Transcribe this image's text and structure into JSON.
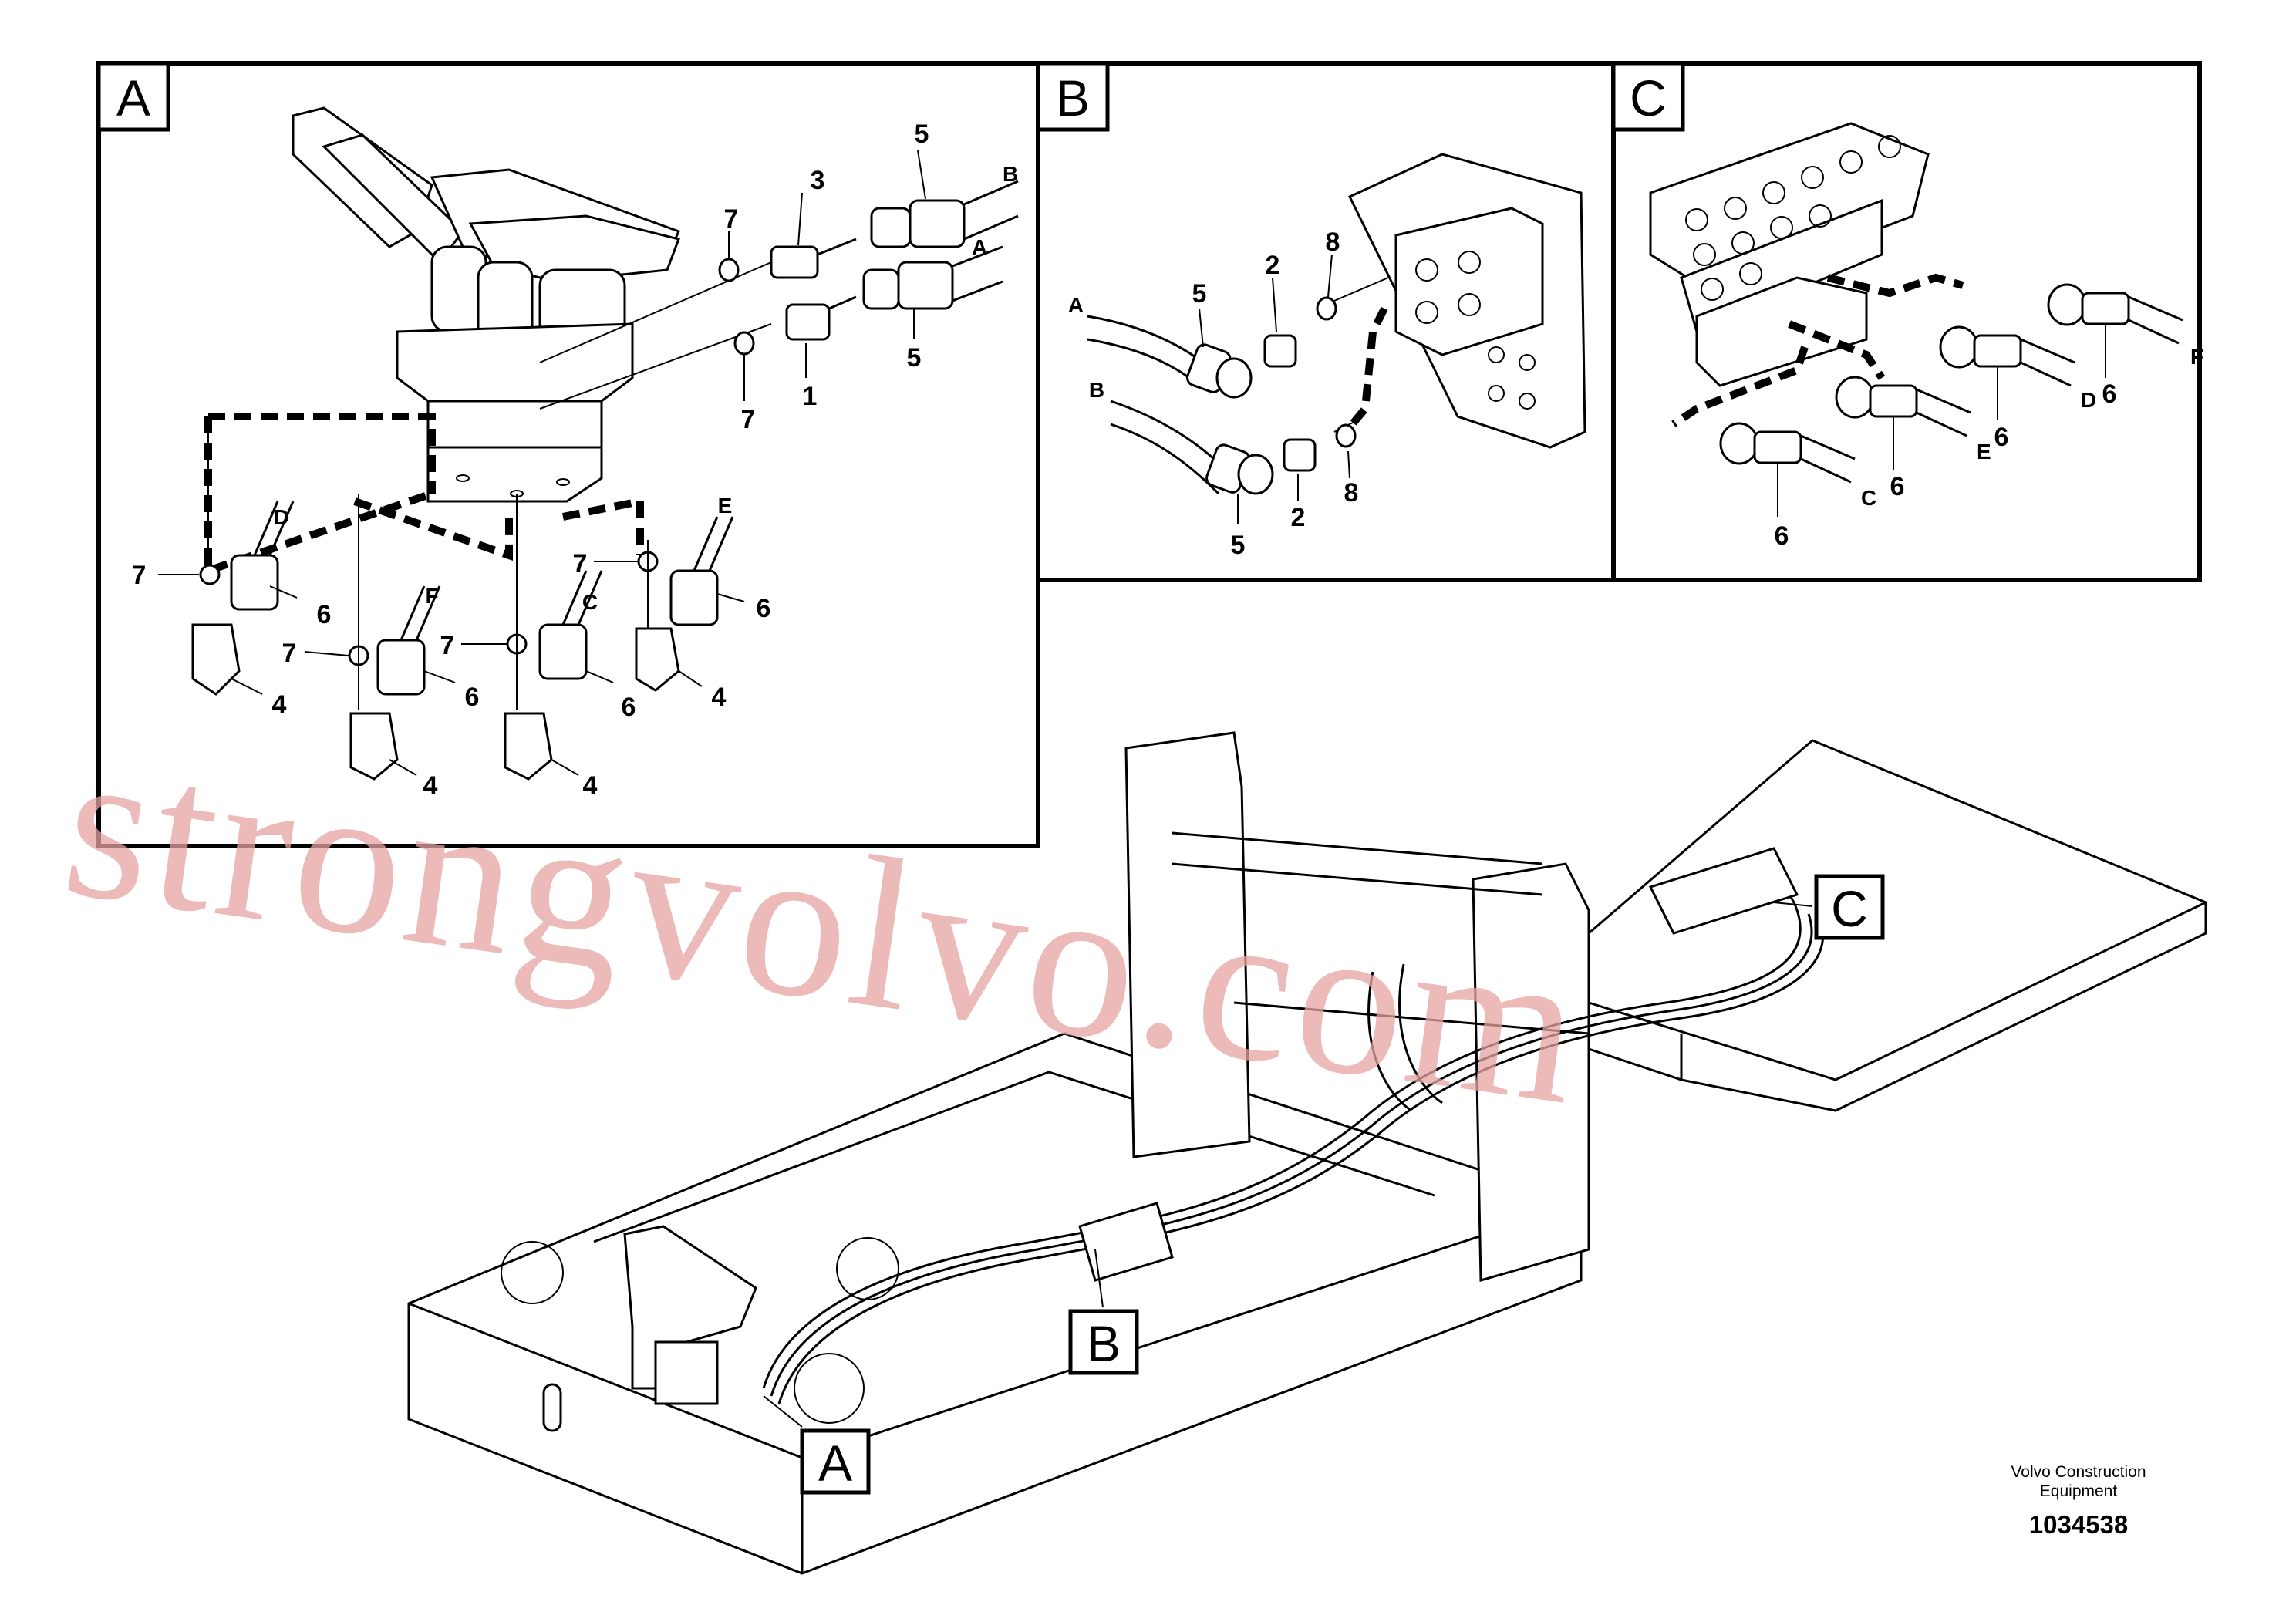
{
  "panels": {
    "A": {
      "letter": "A"
    },
    "B": {
      "letter": "B"
    },
    "C": {
      "letter": "C"
    }
  },
  "panel_a_labels": {
    "p1": "1",
    "p3": "3",
    "p5a": "5",
    "p5b": "5",
    "p7a": "7",
    "p7b": "7",
    "p7c": "7",
    "p7d": "7",
    "p7e": "7",
    "p7f": "7",
    "p6a": "6",
    "p6b": "6",
    "p6c": "6",
    "p6d": "6",
    "p4a": "4",
    "p4b": "4",
    "p4c": "4",
    "p4d": "4",
    "hA": "A",
    "hB": "B",
    "hD": "D",
    "hF": "F",
    "hC": "C",
    "hE": "E"
  },
  "panel_b_labels": {
    "p5a": "5",
    "p5b": "5",
    "p2a": "2",
    "p2b": "2",
    "p8a": "8",
    "p8b": "8",
    "hA": "A",
    "hB": "B"
  },
  "panel_c_labels": {
    "p6a": "6",
    "p6b": "6",
    "p6c": "6",
    "p6d": "6",
    "hF": "F",
    "hD": "D",
    "hE": "E",
    "hC": "C"
  },
  "callouts": {
    "A": "A",
    "B": "B",
    "C": "C"
  },
  "footer": {
    "company_line1": "Volvo Construction",
    "company_line2": "Equipment",
    "drawing_number": "1034538"
  },
  "watermark": {
    "text": "strongvolvo.com",
    "color": "#e7a3a3"
  }
}
